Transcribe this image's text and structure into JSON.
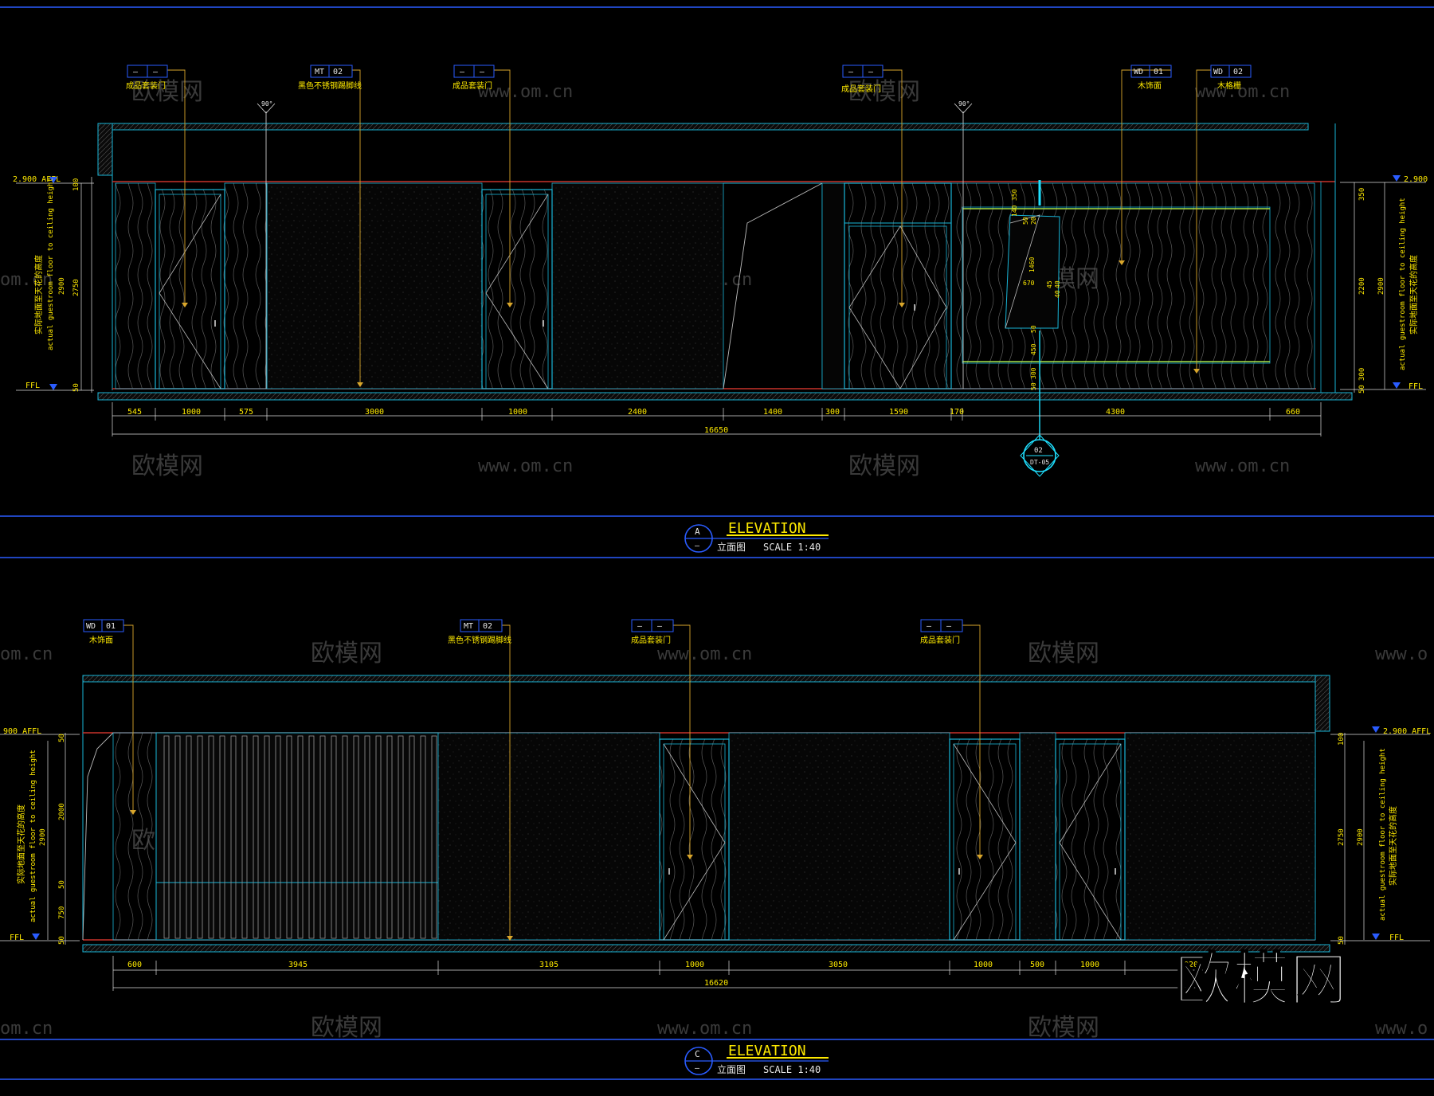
{
  "colors": {
    "background": "#000000",
    "frame_blue": "#2a5cff",
    "wall_cyan": "#19b6d8",
    "ceiling_red": "#c8322b",
    "leader_yellow": "#d9a62b",
    "dimension_yellow": "#ffea00",
    "wood_grain": "#8a8a8a",
    "watermark": "#3c3c3c"
  },
  "watermarks": {
    "cn": "欧模网",
    "url": "www.om.cn",
    "url_cut": "om.cn",
    "url_cut2": "www.o",
    "big_logo": "欧模网"
  },
  "elevation_a": {
    "title": "ELEVATION",
    "subtitle_cn": "立面图",
    "scale": "SCALE 1:40",
    "view_letter": "A",
    "view_mark": "—",
    "level_top": "2.900 AFFL",
    "level_top_right": "2.900",
    "ffl": "FFL",
    "side_note_cn": "实际地面至天花的高度",
    "side_note_en": "actual guestroom floor to ceiling height",
    "tags": [
      {
        "code_a": "—",
        "code_b": "—",
        "label": "成品套装门"
      },
      {
        "code_a": "MT",
        "code_b": "02",
        "label": "黑色不锈钢踢脚线"
      },
      {
        "code_a": "—",
        "code_b": "—",
        "label": "成品套装门"
      },
      {
        "code_a": "—",
        "code_b": "—",
        "label": "成品套装门"
      },
      {
        "code_a": "WD",
        "code_b": "01",
        "label": "木饰面"
      },
      {
        "code_a": "WD",
        "code_b": "02",
        "label": "木格栅"
      }
    ],
    "angle_marks": [
      "90°",
      "90°"
    ],
    "left_dims": [
      "100",
      "2750",
      "2900",
      "50"
    ],
    "right_dims": [
      "350",
      "2900",
      "2200",
      "300",
      "50"
    ],
    "mid_dims": [
      "350",
      "140",
      "50",
      "20",
      "1460",
      "670",
      "45",
      "40",
      "40",
      "50",
      "450",
      "300",
      "50"
    ],
    "bottom_dims": [
      "545",
      "1000",
      "575",
      "3000",
      "1000",
      "2400",
      "1400",
      "300",
      "1590",
      "170",
      "4300",
      "660"
    ],
    "total_dim": "16650",
    "detail_ref": {
      "top": "02",
      "bottom": "DT-05"
    }
  },
  "elevation_c": {
    "title": "ELEVATION",
    "subtitle_cn": "立面图",
    "scale": "SCALE 1:40",
    "view_letter": "C",
    "view_mark": "—",
    "level_top": "2.900 AFFL",
    "level_top_left": "900 AFFL",
    "ffl": "FFL",
    "side_note_cn": "实际地面至天花的高度",
    "side_note_en": "actual guestroom floor to ceiling height",
    "tags": [
      {
        "code_a": "WD",
        "code_b": "01",
        "label": "木饰面"
      },
      {
        "code_a": "MT",
        "code_b": "02",
        "label": "黑色不锈钢踢脚线"
      },
      {
        "code_a": "—",
        "code_b": "—",
        "label": "成品套装门"
      },
      {
        "code_a": "—",
        "code_b": "—",
        "label": "成品套装门"
      }
    ],
    "left_dims": [
      "50",
      "2000",
      "2900",
      "50",
      "750",
      "50"
    ],
    "right_dims": [
      "100",
      "2750",
      "2900",
      "50"
    ],
    "bottom_dims": [
      "600",
      "3945",
      "3105",
      "1000",
      "3050",
      "1000",
      "500",
      "1000",
      "1020"
    ],
    "total_dim": "16620"
  }
}
